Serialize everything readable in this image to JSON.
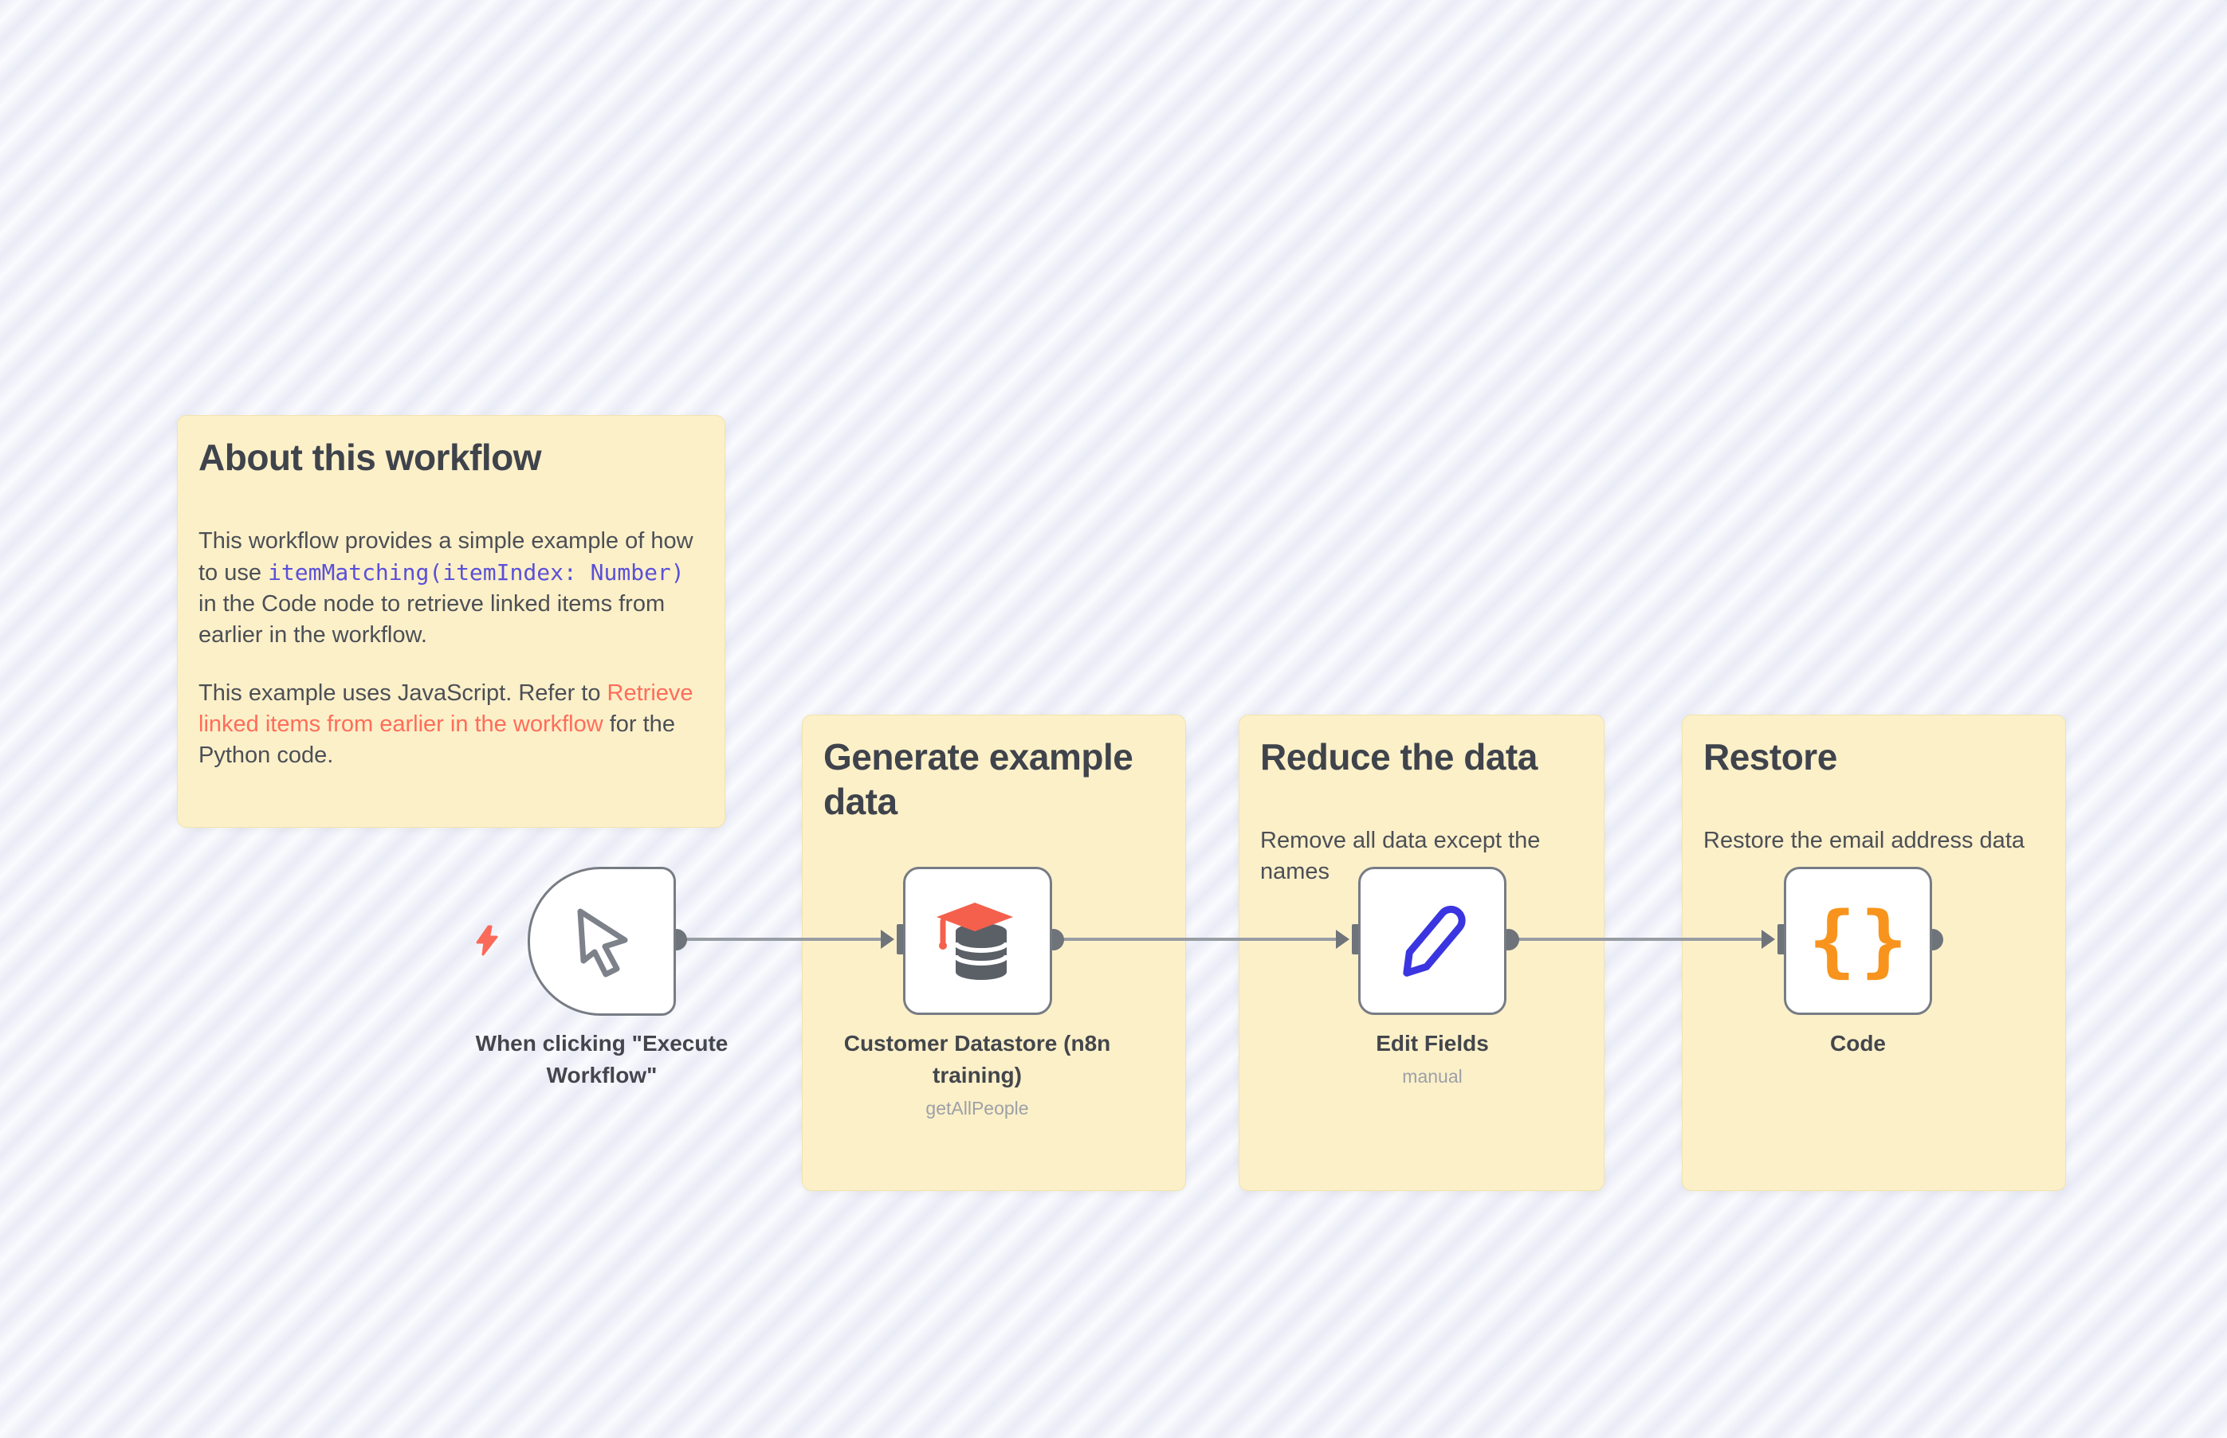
{
  "canvas": {
    "background_base": "#f5f6fb",
    "stripe_color": "#e9ebf6"
  },
  "stickies": {
    "about": {
      "title": "About this workflow",
      "p1_before": "This workflow provides a simple example of how to use ",
      "p1_code": "itemMatching(itemIndex: Number)",
      "p1_after": " in the Code node to retrieve linked items from earlier in the workflow.",
      "p2_before": "This example uses JavaScript. Refer to ",
      "p2_link": "Retrieve linked items from earlier in the workflow",
      "p2_after": " for the Python code."
    },
    "generate": {
      "title": "Generate example data"
    },
    "reduce": {
      "title": "Reduce the data",
      "description": "Remove all data except the names"
    },
    "restore": {
      "title": "Restore",
      "description": "Restore the email address data"
    }
  },
  "nodes": {
    "trigger": {
      "label": "When clicking \"Execute Workflow\""
    },
    "datastore": {
      "label": "Customer Datastore (n8n training)",
      "sublabel": "getAllPeople"
    },
    "edit": {
      "label": "Edit Fields",
      "sublabel": "manual"
    },
    "code": {
      "label": "Code",
      "brace_left": "{",
      "brace_right": "}"
    }
  },
  "colors": {
    "sticky_background": "#fcf0c9",
    "sticky_title": "#3f434b",
    "sticky_text": "#4c4f56",
    "code_text": "#5a50d8",
    "link_text": "#ff6d5a",
    "node_border": "#777c84",
    "connector_gray": "#6f737a",
    "line_gray": "#989ca3",
    "bolt_red": "#fa6a59",
    "cap_red": "#f4604c",
    "database_gray": "#5b5f66",
    "pen_blue": "#3a35e0",
    "braces_orange": "#f8941d"
  }
}
